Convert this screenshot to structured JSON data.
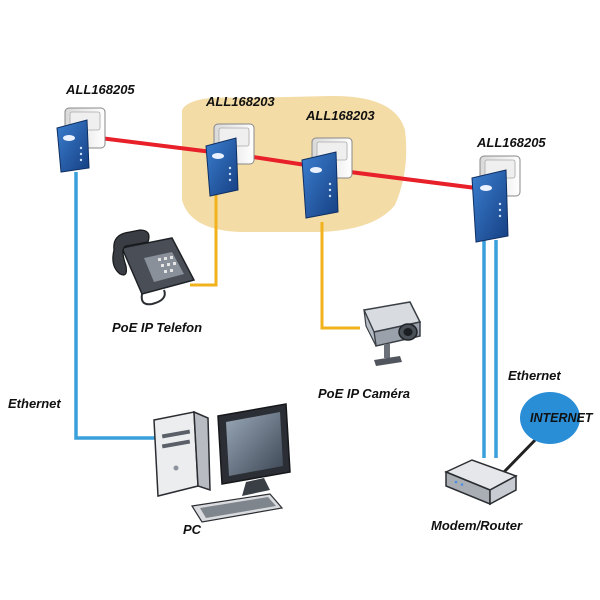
{
  "devices": {
    "adapter_left": "ALL168205",
    "adapter_mid1": "ALL168203",
    "adapter_mid2": "ALL168203",
    "adapter_right": "ALL168205"
  },
  "endpoints": {
    "phone": "PoE IP Telefon",
    "camera": "PoE IP Caméra",
    "pc": "PC",
    "router": "Modem/Router",
    "internet": "INTERNET"
  },
  "links": {
    "ethernet_left": "Ethernet",
    "ethernet_right": "Ethernet"
  },
  "colors": {
    "powerline": "#e8202a",
    "poe_cable": "#f2b21c",
    "ethernet_cable": "#3aa0dc",
    "highlight": "#f3dca6",
    "adapter_blue": "#1f5fae",
    "internet_fill": "#2a8ed6"
  }
}
